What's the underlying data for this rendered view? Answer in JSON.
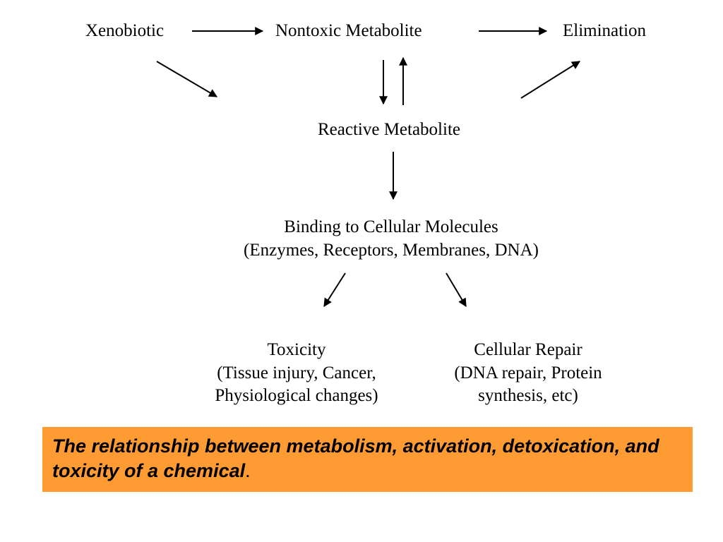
{
  "diagram": {
    "nodes": {
      "xenobiotic": "Xenobiotic",
      "nontoxic_metabolite": "Nontoxic Metabolite",
      "elimination": "Elimination",
      "reactive_metabolite": "Reactive Metabolite",
      "binding": {
        "line1": "Binding to Cellular Molecules",
        "line2": "(Enzymes, Receptors, Membranes, DNA)"
      },
      "toxicity": {
        "line1": "Toxicity",
        "line2": "(Tissue injury, Cancer,",
        "line3": "Physiological changes)"
      },
      "cellular_repair": {
        "line1": "Cellular Repair",
        "line2": "(DNA repair, Protein",
        "line3": "synthesis, etc)"
      }
    }
  },
  "caption": {
    "text": "The relationship between metabolism, activation, detoxication, and toxicity of a chemical",
    "period": ".",
    "background_color": "#FF9B33"
  }
}
